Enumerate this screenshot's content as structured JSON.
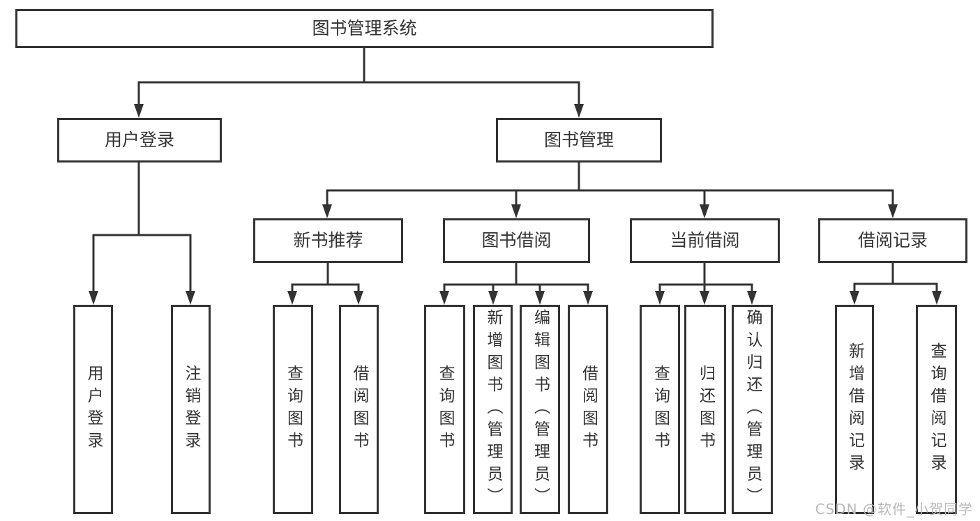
{
  "watermark": "CSDN @软件_小贺同学",
  "line_color": "#333333",
  "nodes": {
    "root": {
      "label": "图书管理系统"
    },
    "user_login": {
      "label": "用户登录",
      "children": [
        "用户登录",
        "注销登录"
      ]
    },
    "book_management": {
      "label": "图书管理"
    },
    "new_book_recommend": {
      "label": "新书推荐",
      "children": [
        "查询图书",
        "借阅图书"
      ]
    },
    "book_borrow": {
      "label": "图书借阅",
      "children": [
        "查询图书",
        "新增图书（管理员）",
        "编辑图书（管理员）",
        "借阅图书"
      ]
    },
    "current_borrow": {
      "label": "当前借阅",
      "children": [
        "查询图书",
        "归还图书",
        "确认归还（管理员）"
      ]
    },
    "borrow_records": {
      "label": "借阅记录",
      "children": [
        "新增借阅记录",
        "查询借阅记录"
      ]
    }
  }
}
